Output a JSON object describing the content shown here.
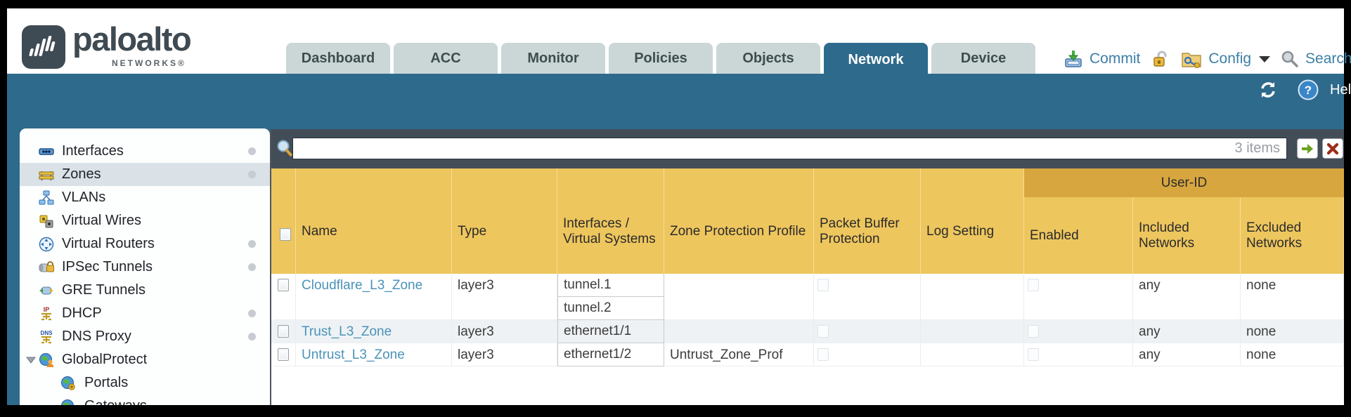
{
  "header": {
    "logo": {
      "brand": "paloalto",
      "sub": "NETWORKS®"
    },
    "tabs": [
      {
        "label": "Dashboard",
        "active": false
      },
      {
        "label": "ACC",
        "active": false
      },
      {
        "label": "Monitor",
        "active": false
      },
      {
        "label": "Policies",
        "active": false
      },
      {
        "label": "Objects",
        "active": false
      },
      {
        "label": "Network",
        "active": true
      },
      {
        "label": "Device",
        "active": false
      }
    ],
    "actions": {
      "commit": "Commit",
      "config": "Config",
      "search": "Search"
    },
    "help": "Help"
  },
  "filter": {
    "value": "",
    "items_count": "3 items"
  },
  "sidebar": {
    "items": [
      {
        "label": "Interfaces",
        "icon": "interfaces-icon",
        "dot": true,
        "selected": false,
        "child": false,
        "expandable": false
      },
      {
        "label": "Zones",
        "icon": "zones-icon",
        "dot": true,
        "selected": true,
        "child": false,
        "expandable": false
      },
      {
        "label": "VLANs",
        "icon": "vlans-icon",
        "dot": false,
        "selected": false,
        "child": false,
        "expandable": false
      },
      {
        "label": "Virtual Wires",
        "icon": "virtual-wires-icon",
        "dot": false,
        "selected": false,
        "child": false,
        "expandable": false
      },
      {
        "label": "Virtual Routers",
        "icon": "virtual-routers-icon",
        "dot": true,
        "selected": false,
        "child": false,
        "expandable": false
      },
      {
        "label": "IPSec Tunnels",
        "icon": "ipsec-tunnels-icon",
        "dot": true,
        "selected": false,
        "child": false,
        "expandable": false
      },
      {
        "label": "GRE Tunnels",
        "icon": "gre-tunnels-icon",
        "dot": false,
        "selected": false,
        "child": false,
        "expandable": false
      },
      {
        "label": "DHCP",
        "icon": "dhcp-icon",
        "dot": true,
        "selected": false,
        "child": false,
        "expandable": false
      },
      {
        "label": "DNS Proxy",
        "icon": "dns-proxy-icon",
        "dot": true,
        "selected": false,
        "child": false,
        "expandable": false
      },
      {
        "label": "GlobalProtect",
        "icon": "globalprotect-icon",
        "dot": false,
        "selected": false,
        "child": false,
        "expandable": true
      },
      {
        "label": "Portals",
        "icon": "portals-icon",
        "dot": false,
        "selected": false,
        "child": true,
        "expandable": false
      },
      {
        "label": "Gateways",
        "icon": "gateways-icon",
        "dot": false,
        "selected": false,
        "child": true,
        "expandable": false
      }
    ]
  },
  "table": {
    "group_header": "User-ID",
    "columns": [
      "Name",
      "Type",
      "Interfaces / Virtual Systems",
      "Zone Protection Profile",
      "Packet Buffer Protection",
      "Log Setting",
      "Enabled",
      "Included Networks",
      "Excluded Networks"
    ],
    "rows": [
      {
        "name": "Cloudflare_L3_Zone",
        "type": "layer3",
        "interfaces": [
          "tunnel.1",
          "tunnel.2"
        ],
        "zone_protection_profile": "",
        "packet_buffer_protection": false,
        "log_setting": "",
        "user_id_enabled": false,
        "included_networks": "any",
        "excluded_networks": "none"
      },
      {
        "name": "Trust_L3_Zone",
        "type": "layer3",
        "interfaces": [
          "ethernet1/1"
        ],
        "zone_protection_profile": "",
        "packet_buffer_protection": false,
        "log_setting": "",
        "user_id_enabled": false,
        "included_networks": "any",
        "excluded_networks": "none"
      },
      {
        "name": "Untrust_L3_Zone",
        "type": "layer3",
        "interfaces": [
          "ethernet1/2"
        ],
        "zone_protection_profile": "Untrust_Zone_Prof",
        "packet_buffer_protection": false,
        "log_setting": "",
        "user_id_enabled": false,
        "included_networks": "any",
        "excluded_networks": "none"
      }
    ]
  },
  "colors": {
    "teal_band": "#2e6a8c",
    "filter_bar": "#434d57",
    "header_yellow": "#eec65e",
    "user_id_band": "#d7a63f",
    "link_blue": "#4a93b8",
    "tab_inactive": "#cbd7d7",
    "action_blue": "#3d7fa6",
    "alt_row": "#eef2f4"
  }
}
